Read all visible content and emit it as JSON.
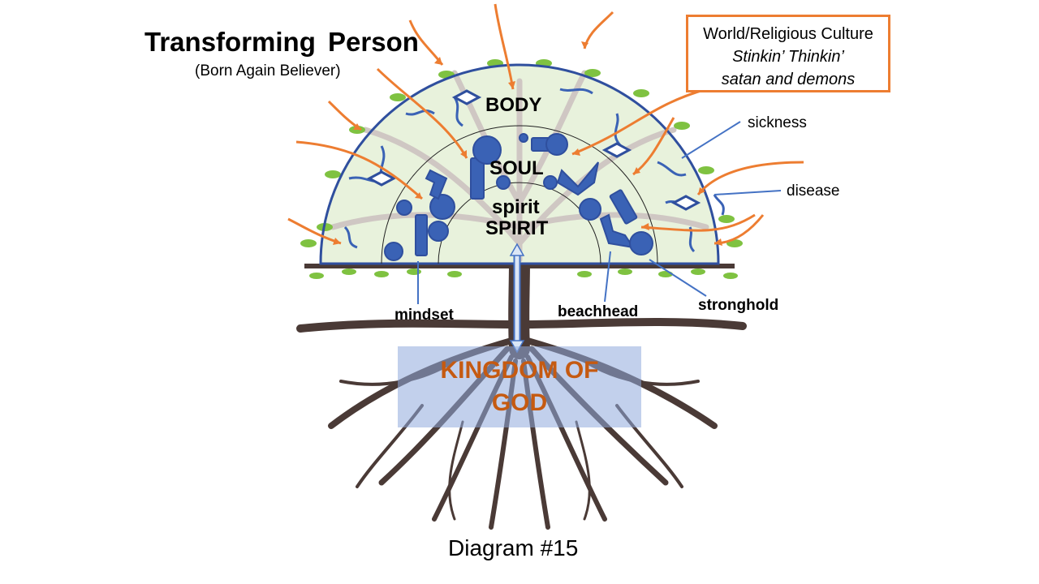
{
  "title": "Transforming  Person",
  "subtitle": "(Born Again Believer)",
  "culture_box": {
    "line1": "World/Religious Culture",
    "line2": "Stinkin’  Thinkin’",
    "line3": "satan and demons"
  },
  "regions": {
    "body": "BODY",
    "soul": "SOUL",
    "spirit_lower": "spirit",
    "spirit_upper": "SPIRIT"
  },
  "labels": {
    "sickness": "sickness",
    "disease": "disease",
    "mindset": "mindset",
    "beachhead": "beachhead",
    "stronghold": "stronghold"
  },
  "kingdom": {
    "line1": "KINGDOM OF",
    "line2": "GOD"
  },
  "caption": "Diagram #15",
  "colors": {
    "arrow": "#ed7d31",
    "outline": "#2f4f9e",
    "shape_fill": "#3a62b5",
    "leaf": "#7fc241",
    "trunk": "#4a3a36",
    "kingdom_text": "#c55a11",
    "kingdom_box": "#8faadc"
  }
}
